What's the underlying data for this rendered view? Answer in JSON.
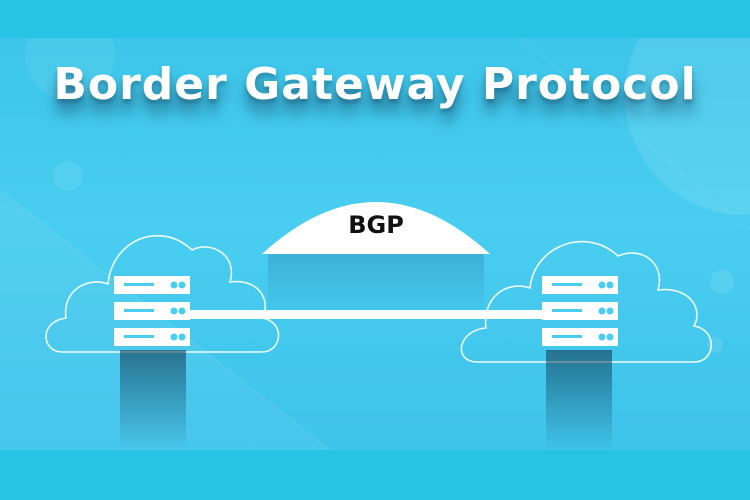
{
  "header": {
    "title": "Border Gateway Protocol"
  },
  "diagram": {
    "link_label": "BGP",
    "nodes": [
      {
        "icon": "server-rack-icon",
        "role": "left"
      },
      {
        "icon": "server-rack-icon",
        "role": "right"
      }
    ]
  },
  "colors": {
    "background": "#29c6e6",
    "panel": "#49cdf0",
    "foreground": "#ffffff",
    "label_text": "#111111"
  }
}
